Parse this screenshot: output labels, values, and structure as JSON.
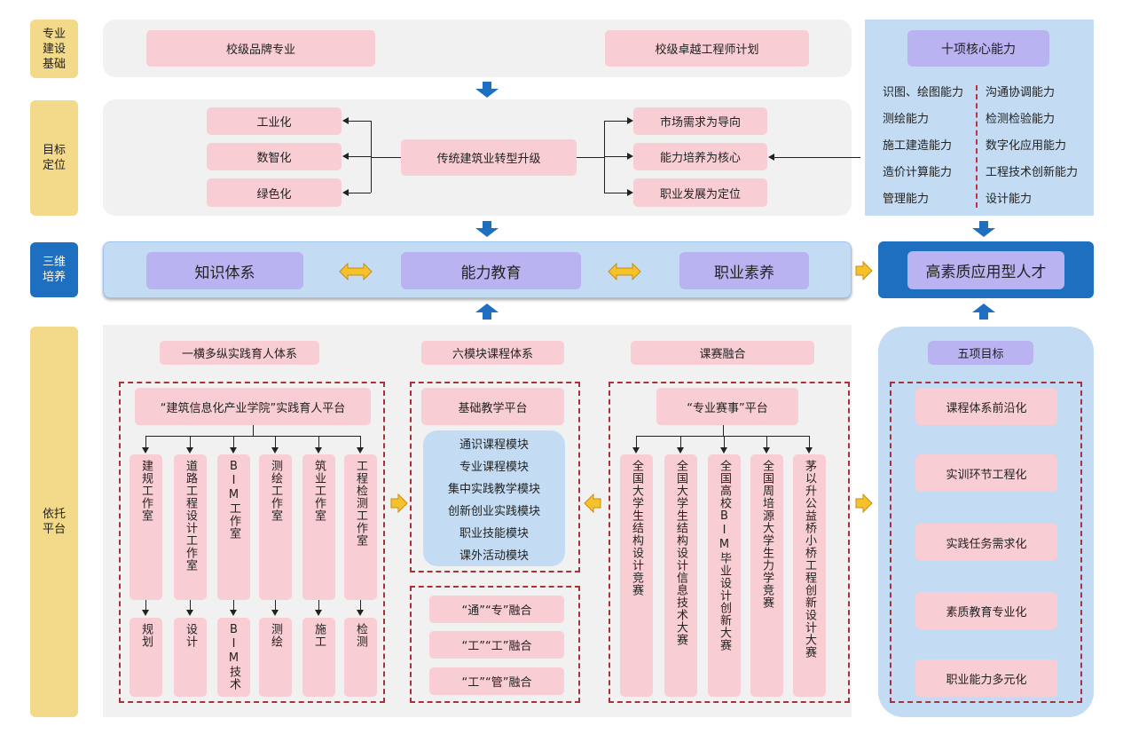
{
  "side_labels": [
    "专业建设基础",
    "目标定位",
    "三维培养",
    "依托平台"
  ],
  "row1": {
    "left": "校级品牌专业",
    "right": "校级卓越工程师计划"
  },
  "row2": {
    "left": [
      "工业化",
      "数智化",
      "绿色化"
    ],
    "center": "传统建筑业转型升级",
    "right": [
      "市场需求为导向",
      "能力培养为核心",
      "职业发展为定位"
    ]
  },
  "abilities": {
    "title": "十项核心能力",
    "left": [
      "识图、绘图能力",
      "测绘能力",
      "施工建造能力",
      "造价计算能力",
      "管理能力"
    ],
    "right": [
      "沟通协调能力",
      "检测检验能力",
      "数字化应用能力",
      "工程技术创新能力",
      "设计能力"
    ]
  },
  "row3": {
    "items": [
      "知识体系",
      "能力教育",
      "职业素养"
    ],
    "result": "高素质应用型人才"
  },
  "practice": {
    "header": "一横多纵实践育人体系",
    "platform": "“建筑信息化产业学院”实践育人平台",
    "studios": [
      "建规工作室",
      "道路工程设计工作室",
      "BIM工作室",
      "测绘工作室",
      "筑业工作室",
      "工程检测工作室"
    ],
    "outputs": [
      "规划",
      "设计",
      "BIM技术",
      "测绘",
      "施工",
      "检测"
    ]
  },
  "courses": {
    "header": "六模块课程体系",
    "platform": "基础教学平台",
    "modules": [
      "通识课程模块",
      "专业课程模块",
      "集中实践教学模块",
      "创新创业实践模块",
      "职业技能模块",
      "课外活动模块"
    ],
    "fusion": [
      "“通”“专”融合",
      "“工”“工”融合",
      "“工”“管”融合"
    ]
  },
  "competition": {
    "header": "课赛融合",
    "platform": "“专业赛事”平台",
    "items": [
      "全国大学生结构设计竞赛",
      "全国大学生结构设计信息技术大赛",
      "全国高校BIM毕业设计创新大赛",
      "全国周培源大学生力学竞赛",
      "茅以升公益桥小桥工程创新设计大赛"
    ]
  },
  "goals": {
    "header": "五项目标",
    "items": [
      "课程体系前沿化",
      "实训环节工程化",
      "实践任务需求化",
      "素质教育专业化",
      "职业能力多元化"
    ]
  }
}
